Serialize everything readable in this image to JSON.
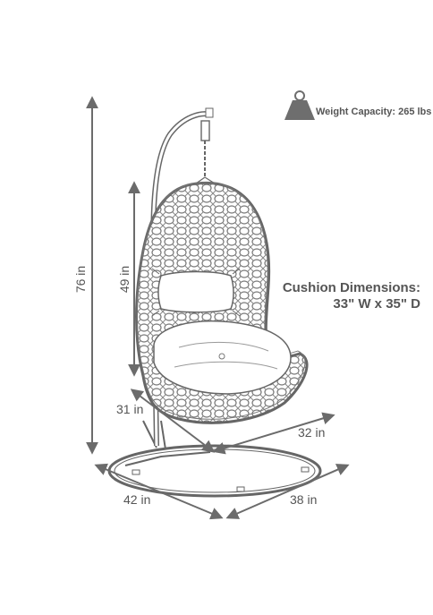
{
  "weight": {
    "icon": "weight-icon",
    "label": "Weight Capacity: 265 lbs"
  },
  "cushion": {
    "title": "Cushion Dimensions:",
    "size": "33\" W x 35\" D"
  },
  "dimensions": {
    "total_height": "76 in",
    "chair_height": "49 in",
    "chair_depth": "31 in",
    "chair_width": "32 in",
    "base_left": "42 in",
    "base_right": "38 in"
  },
  "colors": {
    "line": "#666666",
    "arrow": "#6b6b6b",
    "text": "#555555",
    "weight_fill": "#6e6e6e"
  }
}
